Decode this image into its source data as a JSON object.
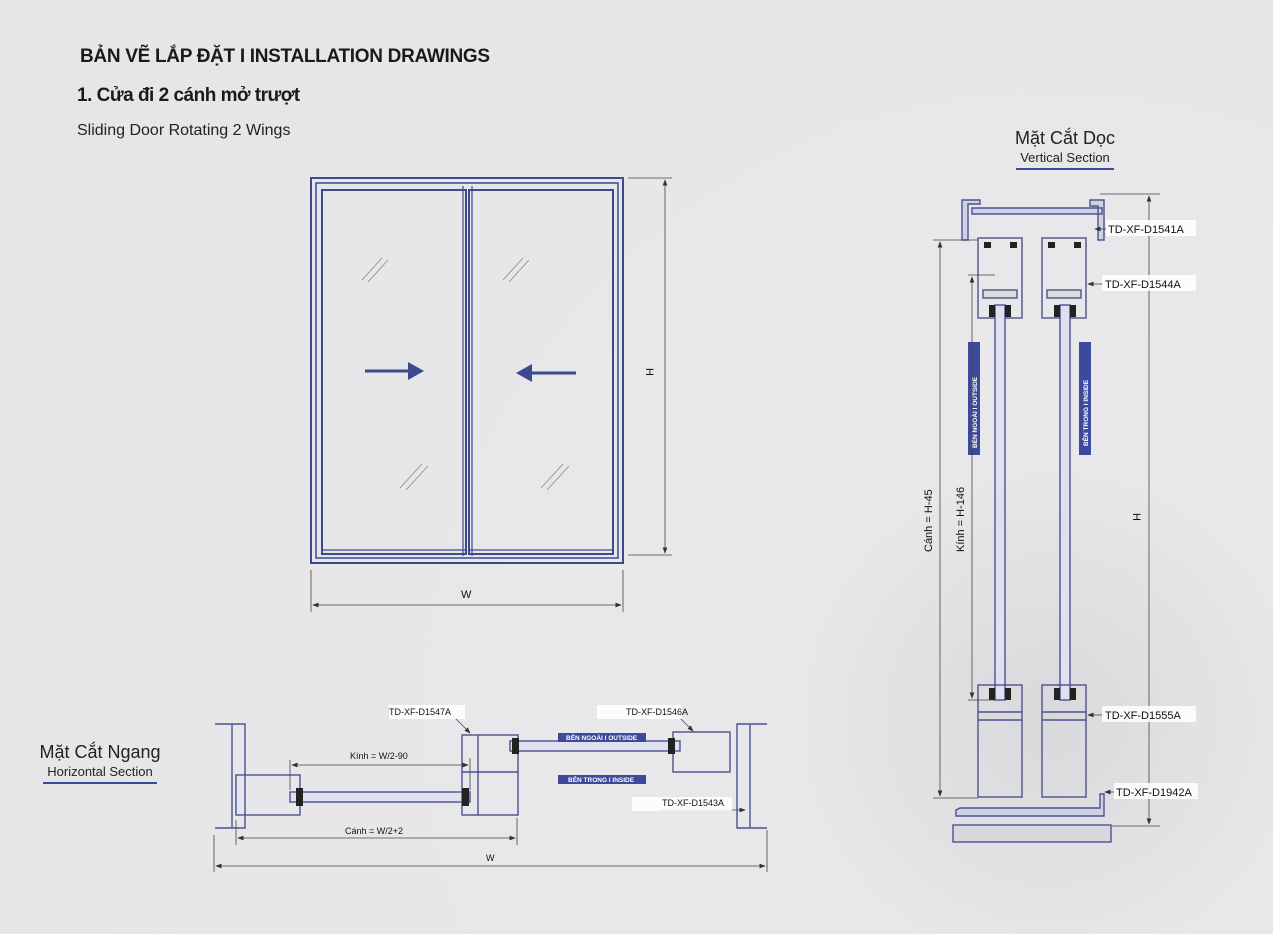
{
  "header": {
    "title": "BẢN VẼ LẮP ĐẶT  I  INSTALLATION DRAWINGS",
    "subtitle": "1. Cửa đi 2 cánh mở trượt",
    "description": "Sliding Door Rotating 2 Wings"
  },
  "front_view": {
    "width_label": "W",
    "height_label": "H"
  },
  "vertical_section": {
    "title_vn": "Mặt Cắt Dọc",
    "title_en": "Vertical Section",
    "profiles": [
      "TD-XF-D1541A",
      "TD-XF-D1544A",
      "TD-XF-D1555A",
      "TD-XF-D1942A"
    ],
    "dim_sash": "Cánh = H-45",
    "dim_glass": "Kính = H-146",
    "dim_height": "H",
    "tag_outside": "BÊN NGOÀI  I  OUTSIDE",
    "tag_inside": "BÊN TRONG  I  INSIDE"
  },
  "horizontal_section": {
    "title_vn": "Mặt Cắt Ngang",
    "title_en": "Horizontal Section",
    "profiles": [
      "TD-XF-D1547A",
      "TD-XF-D1546A",
      "TD-XF-D1543A"
    ],
    "dim_glass": "Kính = W/2-90",
    "dim_sash": "Cánh = W/2+2",
    "dim_width": "W",
    "tag_outside": "BÊN NGOÀI  I  OUTSIDE",
    "tag_inside": "BÊN TRONG  I  INSIDE"
  },
  "colors": {
    "line": "#3d4a8f",
    "profile_fill": "#c9cce0",
    "tag": "#3d4a9b"
  }
}
